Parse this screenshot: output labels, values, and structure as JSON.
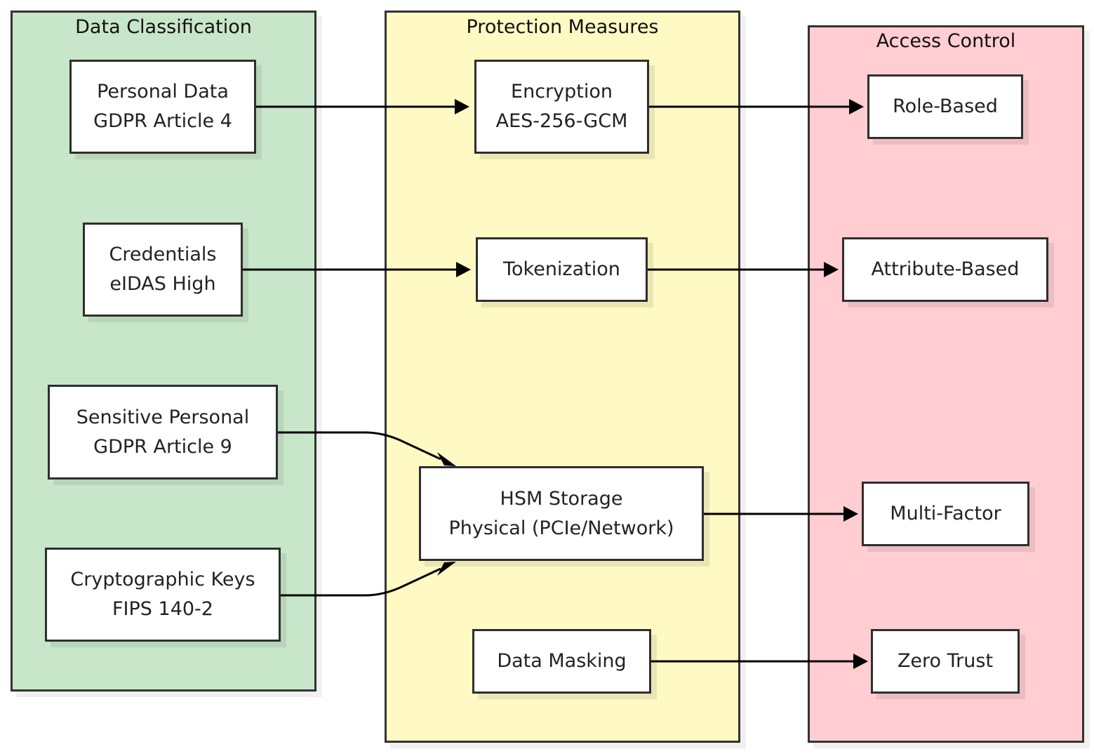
{
  "groups": {
    "classification": {
      "title": "Data Classification",
      "fill": "#c8e6c9"
    },
    "protection": {
      "title": "Protection Measures",
      "fill": "#fff9c4"
    },
    "access": {
      "title": "Access Control",
      "fill": "#ffcdd2"
    }
  },
  "nodes": {
    "personal_data": {
      "line1": "Personal Data",
      "line2": "GDPR Article 4"
    },
    "credentials": {
      "line1": "Credentials",
      "line2": "eIDAS High"
    },
    "sensitive_personal": {
      "line1": "Sensitive Personal",
      "line2": "GDPR Article 9"
    },
    "crypto_keys": {
      "line1": "Cryptographic Keys",
      "line2": "FIPS 140-2"
    },
    "encryption": {
      "line1": "Encryption",
      "line2": "AES-256-GCM"
    },
    "tokenization": {
      "line1": "Tokenization"
    },
    "hsm_storage": {
      "line1": "HSM Storage",
      "line2": "Physical (PCIe/Network)"
    },
    "data_masking": {
      "line1": "Data Masking"
    },
    "role_based": {
      "line1": "Role-Based"
    },
    "attribute_based": {
      "line1": "Attribute-Based"
    },
    "multi_factor": {
      "line1": "Multi-Factor"
    },
    "zero_trust": {
      "line1": "Zero Trust"
    }
  },
  "edges": [
    {
      "from": "personal_data",
      "to": "encryption"
    },
    {
      "from": "credentials",
      "to": "tokenization"
    },
    {
      "from": "sensitive_personal",
      "to": "hsm_storage"
    },
    {
      "from": "crypto_keys",
      "to": "hsm_storage"
    },
    {
      "from": "encryption",
      "to": "role_based"
    },
    {
      "from": "tokenization",
      "to": "attribute_based"
    },
    {
      "from": "hsm_storage",
      "to": "multi_factor"
    },
    {
      "from": "data_masking",
      "to": "zero_trust"
    }
  ],
  "colors": {
    "stroke": "#000000",
    "node_border": "#2e2e2e",
    "group_border": "#333333"
  }
}
